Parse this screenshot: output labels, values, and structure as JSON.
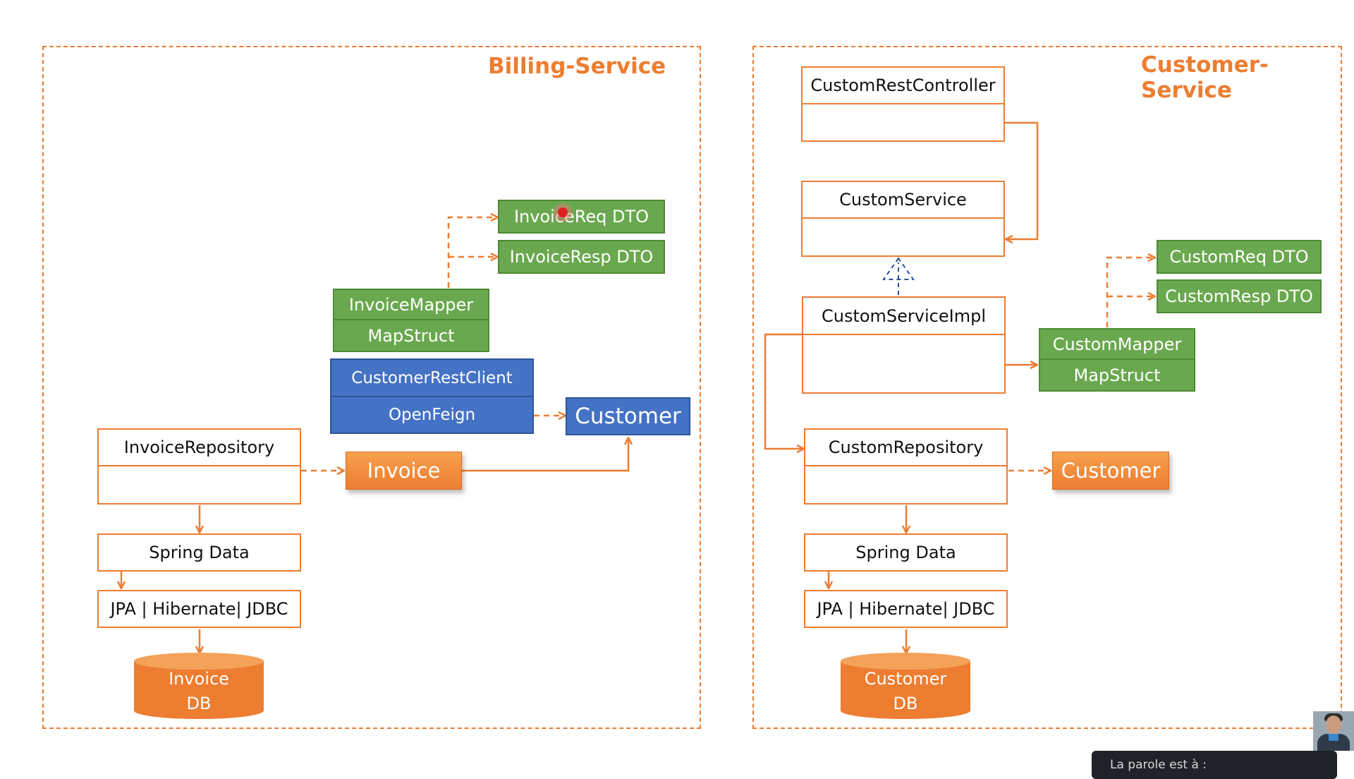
{
  "billing": {
    "title": "Billing-Service",
    "invoice_req_dto": "InvoiceReq DTO",
    "invoice_resp_dto": "InvoiceResp DTO",
    "mapper_name": "InvoiceMapper",
    "mapper_lib": "MapStruct",
    "rest_client": "CustomerRestClient",
    "rest_client_lib": "OpenFeign",
    "customer_model": "Customer",
    "repository": "InvoiceRepository",
    "entity": "Invoice",
    "spring_data": "Spring Data",
    "jpa": "JPA | Hibernate| JDBC",
    "db_line1": "Invoice",
    "db_line2": "DB"
  },
  "customer": {
    "title": "Customer-Service",
    "controller": "CustomRestController",
    "service": "CustomService",
    "service_impl": "CustomServiceImpl",
    "req_dto": "CustomReq DTO",
    "resp_dto": "CustomResp DTO",
    "mapper_name": "CustomMapper",
    "mapper_lib": "MapStruct",
    "repository": "CustomRepository",
    "entity": "Customer",
    "spring_data": "Spring Data",
    "jpa": "JPA | Hibernate| JDBC",
    "db_line1": "Customer",
    "db_line2": "DB"
  },
  "overlay": {
    "toast_text": "La parole est à :"
  },
  "colors": {
    "accent_orange": "#ed7d31",
    "dto_green": "#6aa84f",
    "client_blue": "#4472c4"
  }
}
